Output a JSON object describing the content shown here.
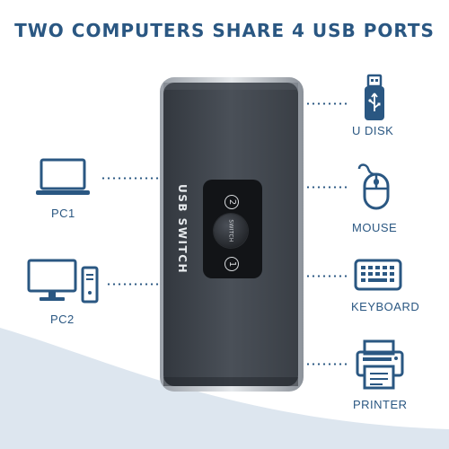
{
  "headline": "TWO COMPUTERS SHARE 4 USB PORTS",
  "device": {
    "side_text": "USB SWITCH",
    "button_text": "SWITCH",
    "port_2": "2",
    "port_1": "1"
  },
  "computers": [
    {
      "label": "PC1",
      "icon": "laptop-icon"
    },
    {
      "label": "PC2",
      "icon": "desktop-computer-icon"
    }
  ],
  "peripherals": [
    {
      "label": "U DISK",
      "icon": "usb-drive-icon"
    },
    {
      "label": "MOUSE",
      "icon": "mouse-icon"
    },
    {
      "label": "KEYBOARD",
      "icon": "keyboard-icon"
    },
    {
      "label": "PRINTER",
      "icon": "printer-icon"
    }
  ],
  "colors": {
    "accent": "#2a5782",
    "device_body": "#414750",
    "background_curve": "#dde6ef"
  }
}
